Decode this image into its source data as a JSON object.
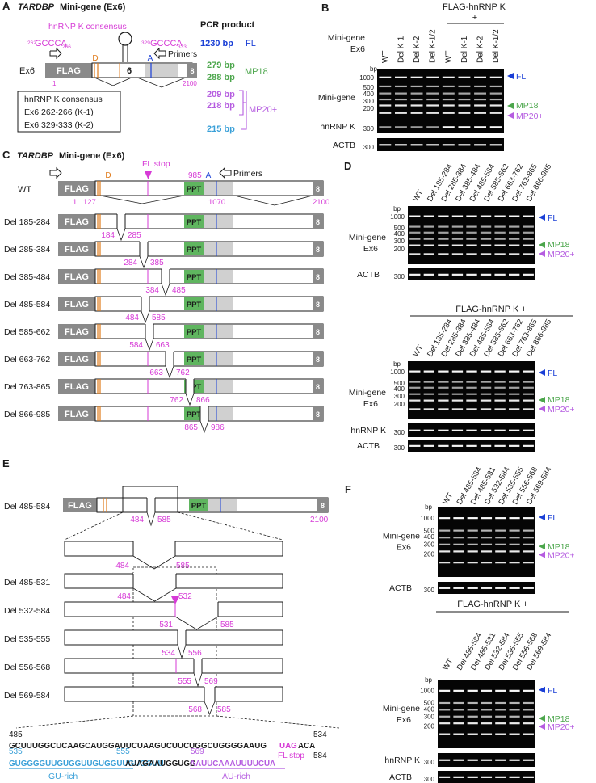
{
  "colors": {
    "magenta": "#d63ad6",
    "orange": "#e07b1a",
    "blue": "#1a3fd6",
    "green": "#4ca64c",
    "purple": "#b55ce0",
    "cyan": "#3aa0d8",
    "grey": "#8a8a8a",
    "light_grey": "#d0d0d0",
    "ppt_green": "#5fb55f",
    "dark": "#1a1a1a"
  },
  "panel_a": {
    "letter": "A",
    "title_italic": "TARDBP",
    "title_rest": "Mini-gene (Ex6)",
    "consensus_title": "hnRNP K consensus",
    "seq1_start": "262",
    "seq1": "GCCCA",
    "seq1_end": "266",
    "seq2_start": "329",
    "seq2": "GCCCA",
    "seq2_end": "333",
    "ex_label": "Ex6",
    "flag": "FLAG",
    "six": "6",
    "eight": "8",
    "d": "D",
    "a": "A",
    "primers": "Primers",
    "pos_start": "1",
    "pos_end": "2100",
    "box_title": "hnRNP K consensus",
    "box_line1": "Ex6 262-266 (K-1)",
    "box_line2": "Ex6 329-333 (K-2)",
    "pcr_title": "PCR product",
    "pcr": [
      {
        "size": "1230 bp",
        "label": "FL"
      },
      {
        "size": "279 bp",
        "label": "MP18"
      },
      {
        "size": "288 bp",
        "label": ""
      },
      {
        "size": "209 bp",
        "label": "MP20+"
      },
      {
        "size": "218 bp",
        "label": ""
      },
      {
        "size": "215 bp",
        "label": ""
      }
    ]
  },
  "panel_b": {
    "letter": "B",
    "header_line1": "FLAG-hnRNP K",
    "header_line2": "+",
    "row_label1": "Mini-gene",
    "row_label2": "Ex6",
    "lanes": [
      "WT",
      "Del K-1",
      "Del K-2",
      "Del K-1/2",
      "WT",
      "Del K-1",
      "Del K-2",
      "Del K-1/2"
    ],
    "bp": "bp",
    "ticks": [
      "1000",
      "500",
      "400",
      "300",
      "200"
    ],
    "gel_label_minigene": "Mini-gene",
    "gel_label_hnrnpk": "hnRNP K",
    "gel_label_actb": "ACTB",
    "tick_300": "300",
    "fl": "FL",
    "mp18": "MP18",
    "mp20": "MP20+"
  },
  "panel_c": {
    "letter": "C",
    "title_italic": "TARDBP",
    "title_rest": "Mini-gene (Ex6)",
    "fl_stop": "FL stop",
    "wt_label": "WT",
    "flag": "FLAG",
    "ppt": "PPT",
    "eight": "8",
    "d": "D",
    "a": "A",
    "primers": "Primers",
    "wt_pos": [
      "1",
      "127",
      "985",
      "1070",
      "2100"
    ],
    "rows": [
      {
        "label": "Del 185-284",
        "p1": "184",
        "p2": "285"
      },
      {
        "label": "Del 285-384",
        "p1": "284",
        "p2": "385"
      },
      {
        "label": "Del 385-484",
        "p1": "384",
        "p2": "485"
      },
      {
        "label": "Del 485-584",
        "p1": "484",
        "p2": "585"
      },
      {
        "label": "Del 585-662",
        "p1": "584",
        "p2": "663"
      },
      {
        "label": "Del 663-762",
        "p1": "663",
        "p2": "762"
      },
      {
        "label": "Del 763-865",
        "p1": "762",
        "p2": "866"
      },
      {
        "label": "Del 866-985",
        "p1": "865",
        "p2": "986"
      }
    ]
  },
  "panel_d": {
    "letter": "D",
    "lanes": [
      "WT",
      "Del 185-284",
      "Del 285-384",
      "Del 385-484",
      "Del 485-584",
      "Del 585-662",
      "Del 663-762",
      "Del 763-865",
      "Del 866-985"
    ],
    "header2": "FLAG-hnRNP K +",
    "bp": "bp",
    "ticks": [
      "1000",
      "500",
      "400",
      "300",
      "200"
    ],
    "mini": "Mini-gene",
    "ex": "Ex6",
    "actb": "ACTB",
    "hnrnpk": "hnRNP K",
    "tick_300": "300",
    "fl": "FL",
    "mp18": "MP18",
    "mp20": "MP20+"
  },
  "panel_e": {
    "letter": "E",
    "top_label": "Del 485-584",
    "flag": "FLAG",
    "ppt": "PPT",
    "eight": "8",
    "top_p1": "484",
    "top_p2": "585",
    "top_end": "2100",
    "zoom_p1": "484",
    "zoom_p2": "585",
    "rows": [
      {
        "label": "Del 485-531",
        "p1": "484",
        "p2": "532"
      },
      {
        "label": "Del 532-584",
        "p1": "531",
        "p2": "585"
      },
      {
        "label": "Del 535-555",
        "p1": "534",
        "p2": "556"
      },
      {
        "label": "Del 556-568",
        "p1": "555",
        "p2": "569"
      },
      {
        "label": "Del 569-584",
        "p1": "568",
        "p2": "585"
      }
    ],
    "seq_start": "485",
    "seq_end": "534",
    "seq1_a": "GCUUUGGCUCAAGCAUGGAUUCUAAGUCUUCUGGCUGGGGAAUG",
    "seq1_b": "UAG",
    "seq1_c": "ACA",
    "fl_stop": "FL stop",
    "pos_535": "535",
    "pos_555": "555",
    "pos_569": "569",
    "pos_584": "584",
    "seq2_a": "GUGGGGUUGUGGUUGUGGUUGUGGUU",
    "seq2_b": "AUAGAAUGGUGG",
    "seq2_c": "AAUUCAAAUUUUCUA",
    "gu": "GU-rich",
    "au": "AU-rich"
  },
  "panel_f": {
    "letter": "F",
    "lanes": [
      "WT",
      "Del 485-584",
      "Del 485-531",
      "Del 532-584",
      "Del 535-555",
      "Del 556-568",
      "Del 569-584"
    ],
    "header2": "FLAG-hnRNP K +",
    "bp": "bp",
    "ticks": [
      "1000",
      "500",
      "400",
      "300",
      "200"
    ],
    "mini": "Mini-gene",
    "ex": "Ex6",
    "actb": "ACTB",
    "hnrnpk": "hnRNP K",
    "tick_300": "300",
    "fl": "FL",
    "mp18": "MP18",
    "mp20": "MP20+"
  }
}
